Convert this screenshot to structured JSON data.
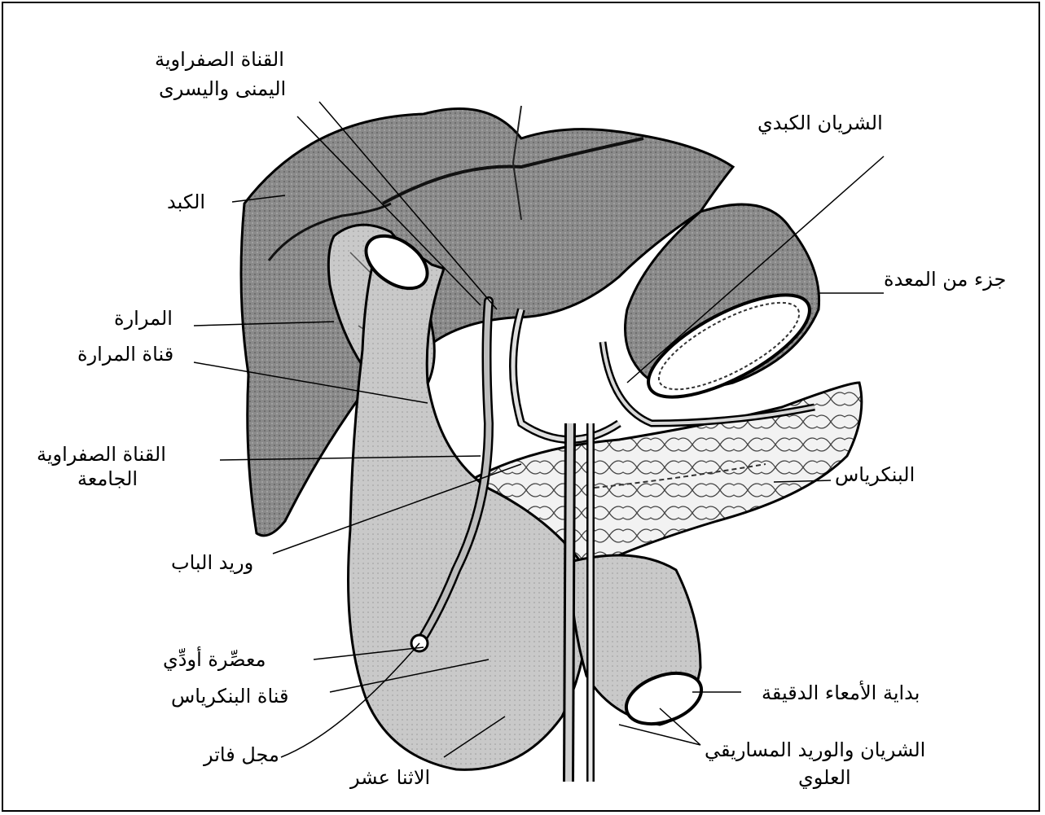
{
  "labels": {
    "hepatic_ducts_line1": "القناة الصفراوية",
    "hepatic_ducts_line2": "اليمنى واليسرى",
    "hepatic_artery": "الشريان الكبدي",
    "liver": "الكبد",
    "stomach_part": "جزء من المعدة",
    "gallbladder": "المرارة",
    "cystic_duct": "قناة المرارة",
    "common_bile_duct_line1": "القناة الصفراوية",
    "common_bile_duct_line2": "الجامعة",
    "pancreas": "البنكرياس",
    "portal_vein": "وريد الباب",
    "sphincter_of_oddi": "معصِّرة أودِّي",
    "pancreatic_duct": "قناة البنكرياس",
    "small_intestine_start": "بداية الأمعاء الدقيقة",
    "ampulla_of_vater": "مجل فاتر",
    "mesenteric_line1": "الشريان والوريد المساريقي",
    "mesenteric_line2": "العلوي",
    "duodenum": "الاثنا عشر"
  }
}
